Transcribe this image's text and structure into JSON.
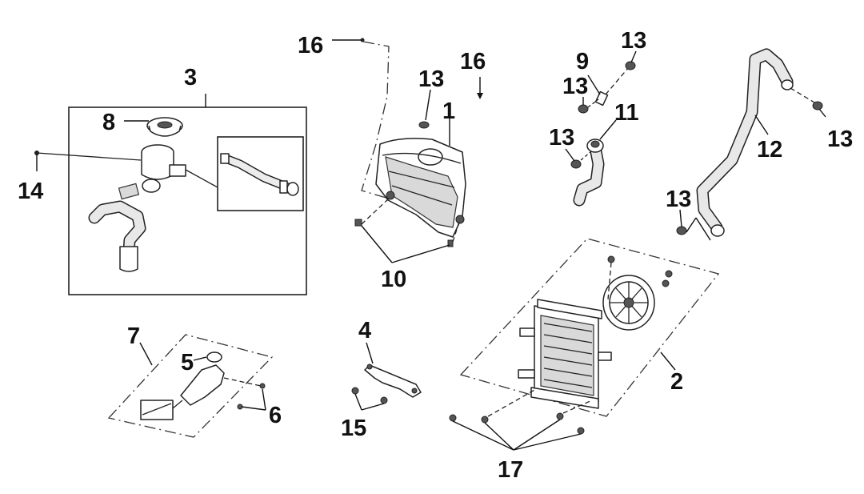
{
  "callouts": [
    {
      "id": "label-1",
      "text": "1"
    },
    {
      "id": "label-2",
      "text": "2"
    },
    {
      "id": "label-3",
      "text": "3"
    },
    {
      "id": "label-4",
      "text": "4"
    },
    {
      "id": "label-5",
      "text": "5"
    },
    {
      "id": "label-6",
      "text": "6"
    },
    {
      "id": "label-7",
      "text": "7"
    },
    {
      "id": "label-8",
      "text": "8"
    },
    {
      "id": "label-9",
      "text": "9"
    },
    {
      "id": "label-10",
      "text": "10"
    },
    {
      "id": "label-11",
      "text": "11"
    },
    {
      "id": "label-12",
      "text": "12"
    },
    {
      "id": "label-13",
      "text": "13"
    },
    {
      "id": "label-14",
      "text": "14"
    },
    {
      "id": "label-15",
      "text": "15"
    },
    {
      "id": "label-16",
      "text": "16"
    },
    {
      "id": "label-17",
      "text": "17"
    }
  ],
  "colors": {
    "line": "#222222",
    "background": "#ffffff",
    "shade": "#d9d9d9"
  }
}
